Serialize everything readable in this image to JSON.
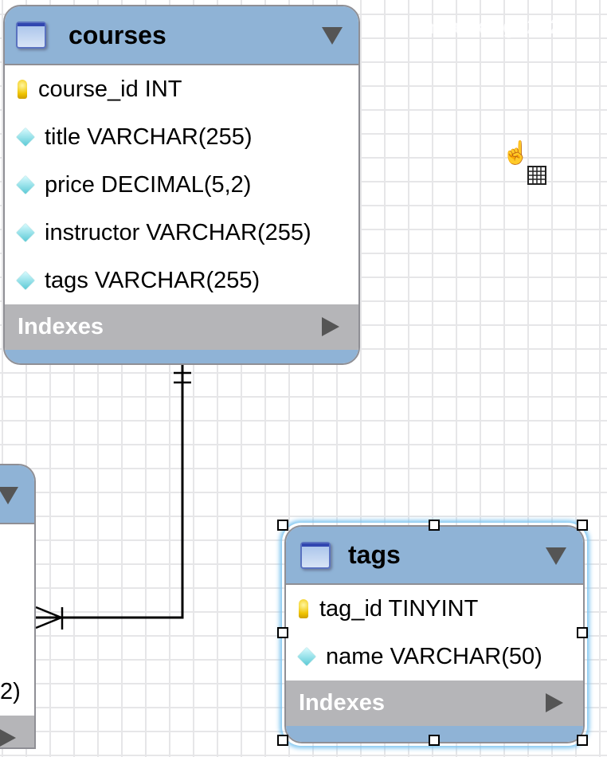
{
  "watermark": "mranking1212",
  "tables": [
    {
      "name": "courses",
      "columns": [
        {
          "icon": "primary-key-icon",
          "label": "course_id INT"
        },
        {
          "icon": "column-diamond-icon",
          "label": "title VARCHAR(255)"
        },
        {
          "icon": "column-diamond-icon",
          "label": "price DECIMAL(5,2)"
        },
        {
          "icon": "column-diamond-icon",
          "label": "instructor VARCHAR(255)"
        },
        {
          "icon": "column-diamond-icon",
          "label": "tags VARCHAR(255)"
        }
      ],
      "indexes_label": "Indexes"
    },
    {
      "name": "tags",
      "selected": true,
      "columns": [
        {
          "icon": "primary-key-icon",
          "label": "tag_id TINYINT"
        },
        {
          "icon": "column-diamond-icon",
          "label": "name VARCHAR(50)"
        }
      ],
      "indexes_label": "Indexes"
    },
    {
      "name": "",
      "partial_column": "2)"
    }
  ],
  "relationship": {
    "from": "courses",
    "cardinality_from": "one-and-only-one",
    "cardinality_to": "one-or-many"
  },
  "cursor": "hand-with-table-icon",
  "colors": {
    "header": "#8fb3d6",
    "indexes": "#b5b5b8",
    "selection": "#7cc4f0"
  }
}
